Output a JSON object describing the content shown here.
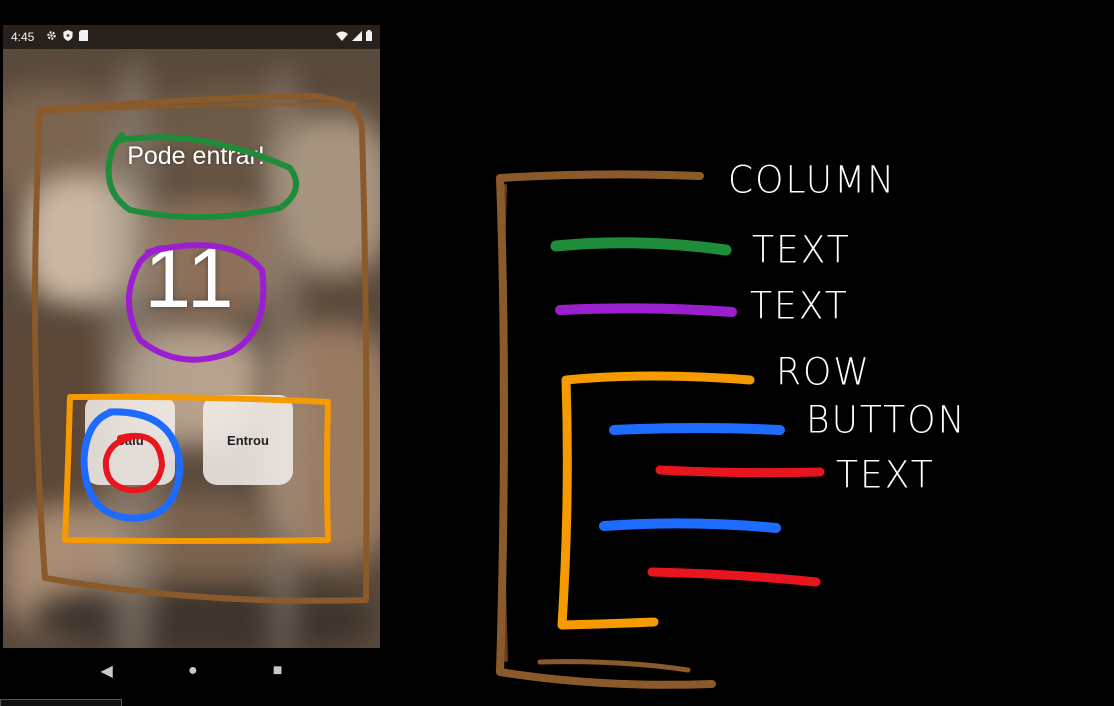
{
  "status_bar": {
    "time": "4:45",
    "left_icons": [
      "settings-icon",
      "shield-icon",
      "sd-card-icon"
    ],
    "right_icons": [
      "wifi-icon",
      "signal-icon",
      "battery-icon"
    ]
  },
  "app": {
    "title": "Pode entrar!",
    "counter": "11",
    "buttons": [
      {
        "label": "Saiu"
      },
      {
        "label": "Entrou"
      }
    ]
  },
  "nav": {
    "back_glyph": "◀",
    "home_glyph": "●",
    "recents_glyph": "■"
  },
  "diagram": {
    "labels": [
      "COLUMN",
      "TEXT",
      "TEXT",
      "ROW",
      "BUTTON",
      "TEXT"
    ],
    "colors": {
      "column": "#8B5A2B",
      "text_title": "#1E8C3A",
      "text_counter": "#9B1FD1",
      "row": "#F59B00",
      "button": "#1E6BFF",
      "button_text": "#E8141E"
    }
  }
}
